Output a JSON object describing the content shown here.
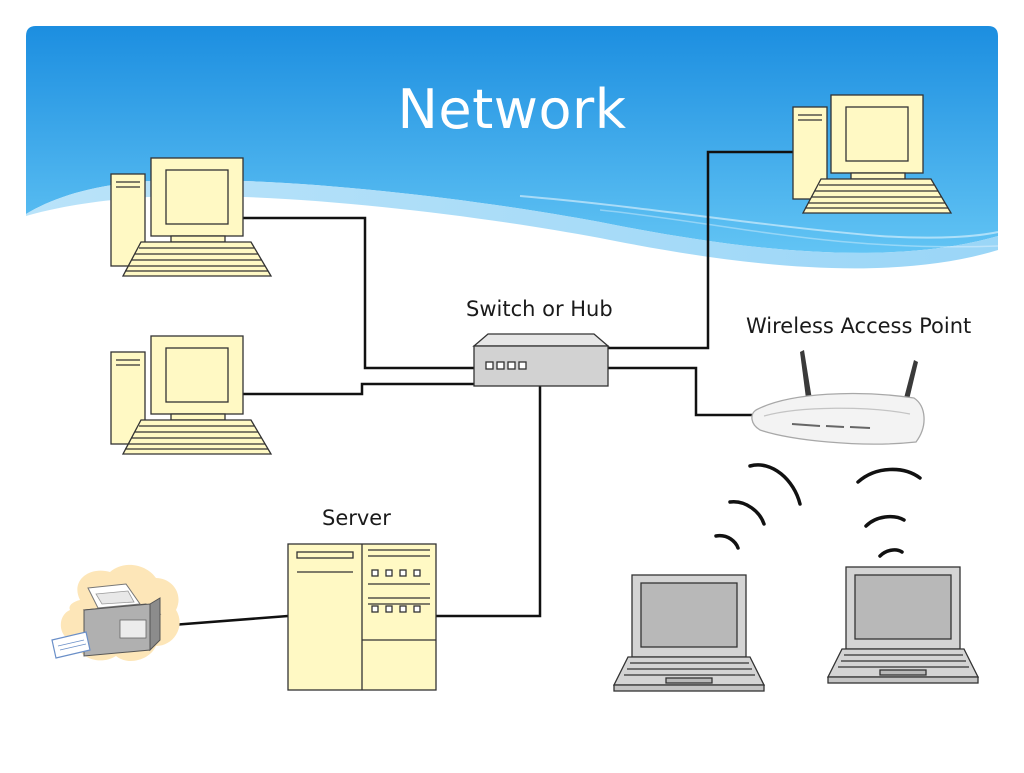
{
  "slide": {
    "title": "Network",
    "colors": {
      "banner_top": "#1c8ee0",
      "banner_bottom": "#5cc2f5",
      "device_fill": "#fff9c4",
      "laptop_fill": "#c8c8c8",
      "cable": "#111111"
    }
  },
  "nodes": {
    "switch_label": "Switch or Hub",
    "wireless_ap_label": "Wireless Access Point",
    "server_label": "Server"
  },
  "icons": [
    "desktop-computer-icon",
    "server-icon",
    "printer-icon",
    "switch-icon",
    "wireless-router-icon",
    "laptop-icon",
    "wifi-signal-icon"
  ]
}
